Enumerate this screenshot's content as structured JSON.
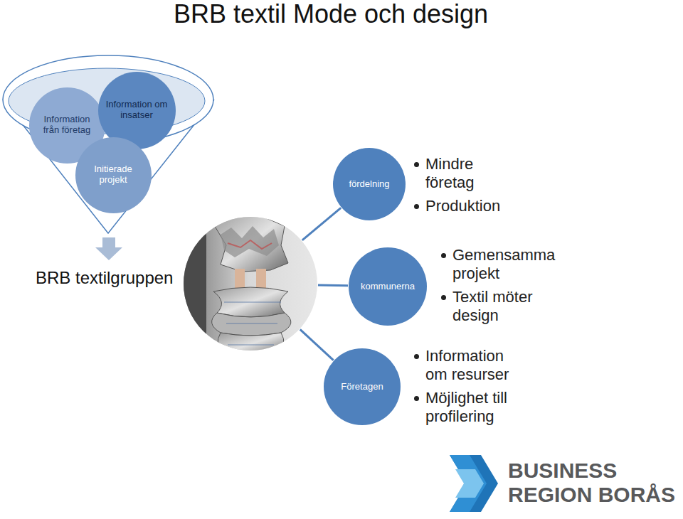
{
  "diagram": {
    "title": "BRB textil Mode och design",
    "nodes": [
      {
        "text": [
          "Information från företag"
        ]
      },
      {
        "text": [
          "Information om insatser"
        ]
      },
      {
        "text": [
          "Initierade projekt"
        ]
      },
      {
        "text": [
          "BRB textilgruppen"
        ]
      },
      {
        "text": [
          "fördelning"
        ]
      },
      {
        "text": [
          "kommunerna"
        ]
      },
      {
        "text": [
          "Företagen"
        ]
      }
    ],
    "edges": [
      {
        "from": 3,
        "to": 4,
        "arrow": "none"
      },
      {
        "from": 3,
        "to": 5,
        "arrow": "none"
      },
      {
        "from": 3,
        "to": 6,
        "arrow": "none"
      }
    ],
    "labels": [
      "Mindre företag",
      "Produktion",
      "Gemensamma projekt",
      "Textil möter design",
      "Information om resurser",
      "Möjlighet till profilering",
      "BUSINESS",
      "REGION BORÅS"
    ]
  }
}
